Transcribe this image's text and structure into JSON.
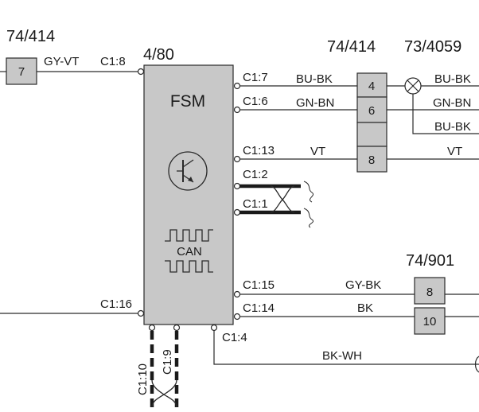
{
  "components": {
    "left_connector": {
      "id": "74/414",
      "pin": "7"
    },
    "fsm": {
      "id": "4/80",
      "name": "FSM",
      "bus_label": "CAN"
    },
    "right_connector": {
      "id": "74/414",
      "pins": [
        "4",
        "6",
        "",
        "8"
      ]
    },
    "lamp": {
      "id": "73/4059"
    },
    "connector_901": {
      "id": "74/901",
      "pins": [
        "8",
        "10"
      ]
    }
  },
  "pins": {
    "c1_8": "C1:8",
    "c1_7": "C1:7",
    "c1_6": "C1:6",
    "c1_13": "C1:13",
    "c1_2": "C1:2",
    "c1_1": "C1:1",
    "c1_15": "C1:15",
    "c1_14": "C1:14",
    "c1_16": "C1:16",
    "c1_4": "C1:4",
    "c1_10": "C1:10",
    "c1_9": "C1:9"
  },
  "wires": {
    "gy_vt": "GY-VT",
    "bu_bk": "BU-BK",
    "gn_bn": "GN-BN",
    "vt": "VT",
    "bu_bk_lamp": "BU-BK",
    "gn_bn_right": "GN-BN",
    "bu_bk_right2": "BU-BK",
    "vt_right": "VT",
    "gy_bk": "GY-BK",
    "bk": "BK",
    "bk_wh": "BK-WH"
  },
  "colors": {
    "component_fill": "#c8c8c8",
    "line": "#2a2a2a"
  }
}
